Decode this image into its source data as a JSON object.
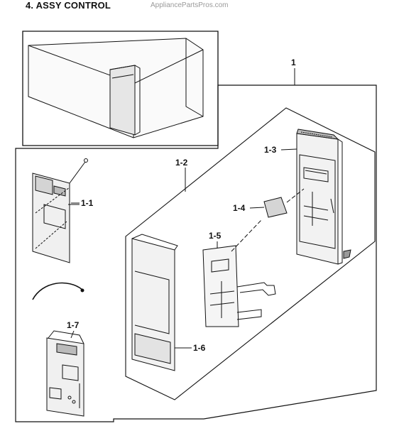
{
  "header": {
    "title": "4. ASSY CONTROL",
    "watermark": "AppliancePartsPros.com"
  },
  "callouts": {
    "assy": "1",
    "panel": "1-2",
    "panel_front": "1-3",
    "window": "1-4",
    "membrane": "1-5",
    "back_plate": "1-6",
    "sub_pcb": "1-1",
    "main_pcb": "1-7"
  },
  "colors": {
    "line": "#111111",
    "panel_fill": "#ececec",
    "dark_fill": "#cfcfcf"
  }
}
